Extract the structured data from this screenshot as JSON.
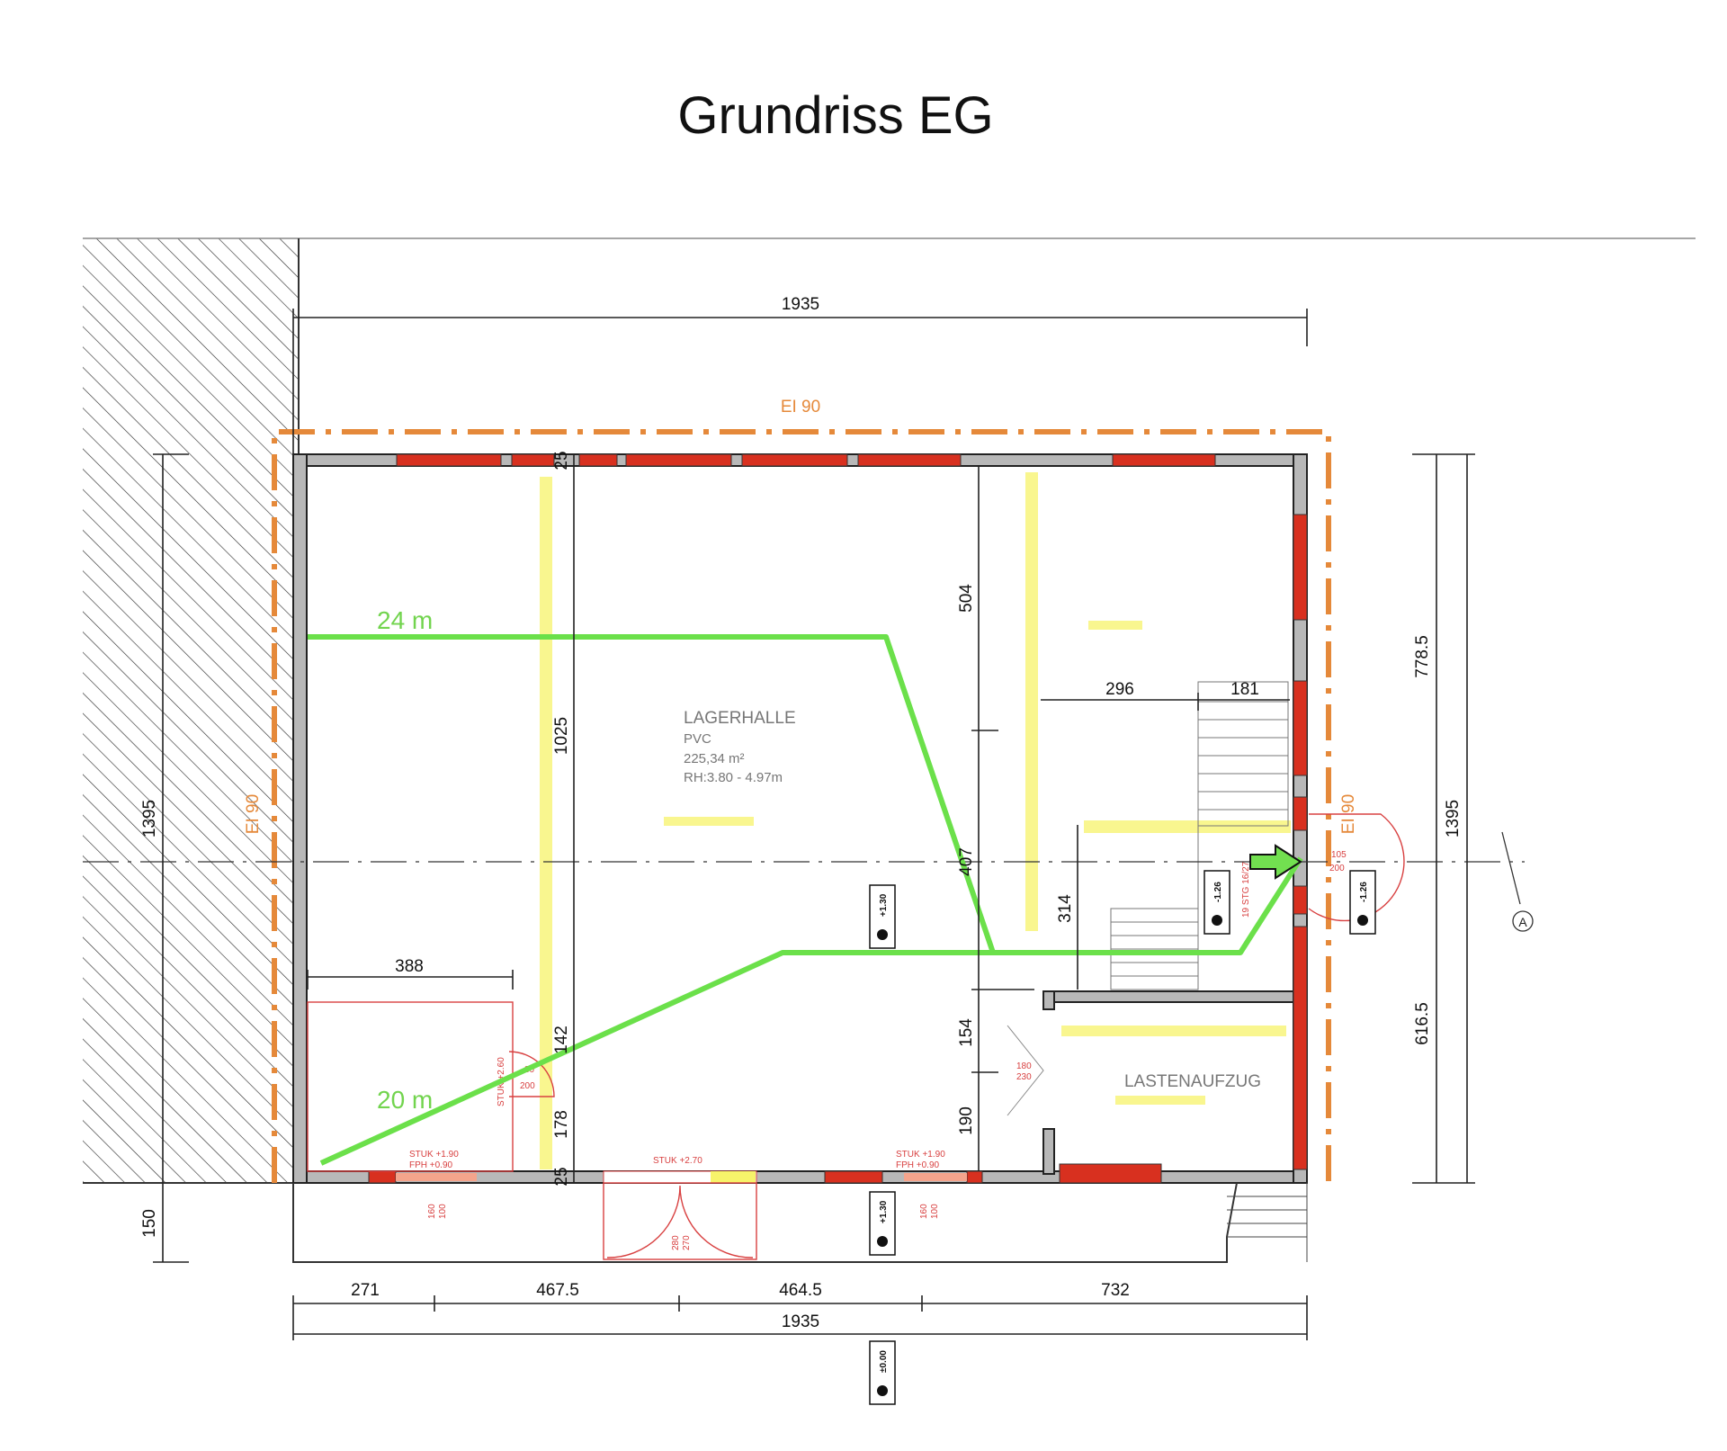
{
  "title": "Grundriss EG",
  "fire_rating": {
    "top": "EI 90",
    "left": "EI 90",
    "right": "EI 90"
  },
  "room_main": {
    "name": "LAGERHALLE",
    "floor": "PVC",
    "area": "225,34 m²",
    "height": "RH:3.80 - 4.97m"
  },
  "room_lift": {
    "name": "LASTENAUFZUG"
  },
  "escape_routes": [
    {
      "label": "24 m"
    },
    {
      "label": "20 m"
    }
  ],
  "dimensions": {
    "top_total": "1935",
    "bottom_segments": [
      "271",
      "467.5",
      "464.5",
      "732"
    ],
    "bottom_total": "1935",
    "left_total": "1395",
    "left_porch": "150",
    "right_upper": "778.5",
    "right_lower": "616.5",
    "right_total": "1395",
    "inner_column": "1025",
    "inner_top": "25",
    "inner_bottom": "25",
    "inner_142": "142",
    "inner_178": "178",
    "right_col_504": "504",
    "right_col_407": "407",
    "right_col_154": "154",
    "right_col_190": "190",
    "stair_314": "314",
    "stair_296": "296",
    "stair_181": "181",
    "room_388": "388"
  },
  "annotations": {
    "window_left": "STUK +1.90",
    "window_left_fph": "FPH +0.90",
    "door_main": "STUK +2.70",
    "window_right": "STUK +1.90",
    "window_right_fph": "FPH +0.90",
    "door_room": "STUK +2.60",
    "door_room_size_top": "80",
    "door_room_size_bottom": "200",
    "win_size_top": "160",
    "win_size_bottom": "100",
    "main_door_size_top": "280",
    "main_door_size_bottom": "270",
    "exit_door_top": "105",
    "exit_door_bottom": "200",
    "stairs": "19 STG 16/27",
    "lift_door_top": "180",
    "lift_door_bottom": "230"
  },
  "elevations": [
    "+1.30",
    "+1.30",
    "-1.26",
    "-1.26",
    "±0.00"
  ],
  "section_marker": "A"
}
